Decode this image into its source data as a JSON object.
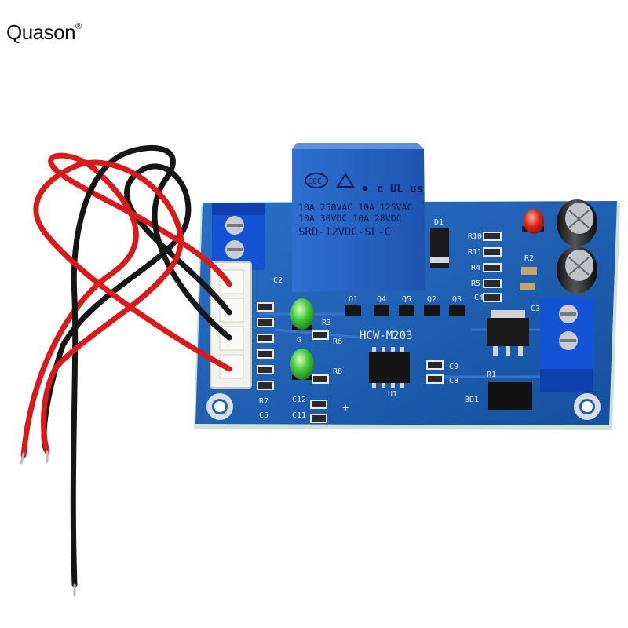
{
  "brand": {
    "name": "Quason",
    "mark": "®"
  },
  "board": {
    "model": "HCW-M203",
    "relay": {
      "cert_marks": "CQC",
      "marks_right": "c UL us",
      "line1": "10A 250VAC  10A 125VAC",
      "line2": "10A  30VDC  10A  28VDC",
      "part": "SRD-12VDC-SL-C"
    },
    "labels": {
      "D1": "D1",
      "R10": "R10",
      "R11": "R11",
      "R4": "R4",
      "R5": "R5",
      "C4": "C4",
      "R2": "R2",
      "C3": "C3",
      "Q1": "Q1",
      "Q4": "Q4",
      "Q5": "Q5",
      "Q2": "Q2",
      "Q3": "Q3",
      "R3": "R3",
      "R6": "R6",
      "R8": "R8",
      "G": "G",
      "C9": "C9",
      "C8": "C8",
      "U1": "U1",
      "R1": "R1",
      "BD1": "BD1",
      "C2": "C2",
      "C5": "C5",
      "R7": "R7",
      "C12": "C12",
      "C11": "C11",
      "plus": "+"
    },
    "colors": {
      "pcb": "#1f63b8",
      "relay": "#2a66c4",
      "terminal": "#1452d6",
      "wire_red": "#d91a1a",
      "wire_black": "#161616"
    }
  }
}
